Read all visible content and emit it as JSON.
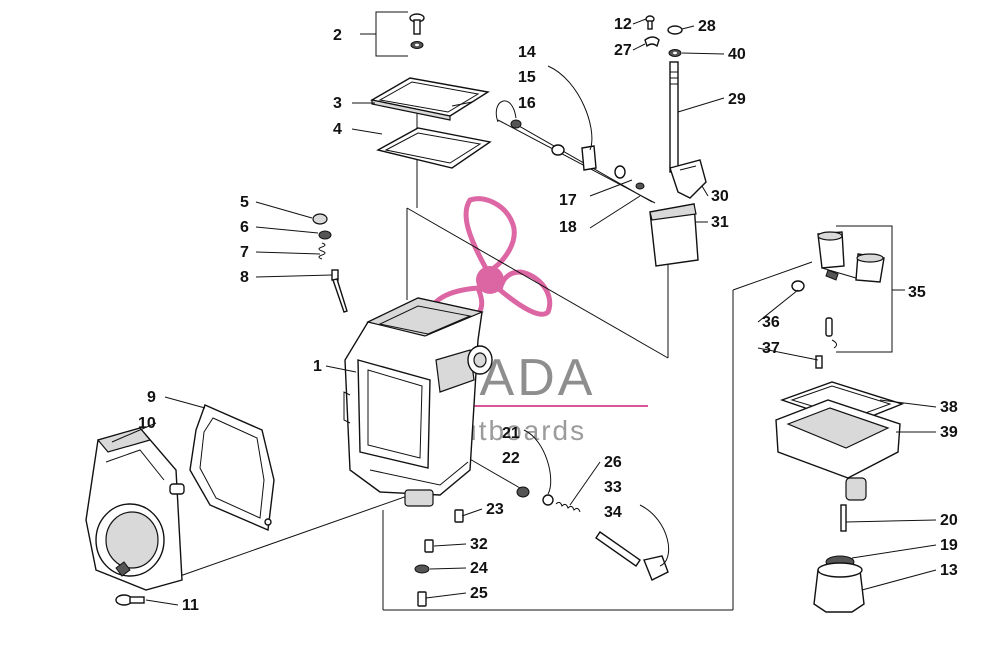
{
  "watermark": {
    "brand": "ARMADA",
    "tagline": "marineoutboards",
    "accent_color": "#d9569a",
    "text_color": "#7b7b7b"
  },
  "callouts": [
    {
      "id": "c1",
      "label": "1"
    },
    {
      "id": "c2",
      "label": "2"
    },
    {
      "id": "c3",
      "label": "3"
    },
    {
      "id": "c4",
      "label": "4"
    },
    {
      "id": "c5",
      "label": "5"
    },
    {
      "id": "c6",
      "label": "6"
    },
    {
      "id": "c7",
      "label": "7"
    },
    {
      "id": "c8",
      "label": "8"
    },
    {
      "id": "c9",
      "label": "9"
    },
    {
      "id": "c10",
      "label": "10"
    },
    {
      "id": "c11",
      "label": "11"
    },
    {
      "id": "c12",
      "label": "12"
    },
    {
      "id": "c13",
      "label": "13"
    },
    {
      "id": "c14",
      "label": "14"
    },
    {
      "id": "c15",
      "label": "15"
    },
    {
      "id": "c16",
      "label": "16"
    },
    {
      "id": "c17",
      "label": "17"
    },
    {
      "id": "c18",
      "label": "18"
    },
    {
      "id": "c19",
      "label": "19"
    },
    {
      "id": "c20",
      "label": "20"
    },
    {
      "id": "c21",
      "label": "21"
    },
    {
      "id": "c22",
      "label": "22"
    },
    {
      "id": "c23",
      "label": "23"
    },
    {
      "id": "c24",
      "label": "24"
    },
    {
      "id": "c25",
      "label": "25"
    },
    {
      "id": "c26",
      "label": "26"
    },
    {
      "id": "c27",
      "label": "27"
    },
    {
      "id": "c28",
      "label": "28"
    },
    {
      "id": "c29",
      "label": "29"
    },
    {
      "id": "c30",
      "label": "30"
    },
    {
      "id": "c31",
      "label": "31"
    },
    {
      "id": "c32",
      "label": "32"
    },
    {
      "id": "c33",
      "label": "33"
    },
    {
      "id": "c34",
      "label": "34"
    },
    {
      "id": "c35",
      "label": "35"
    },
    {
      "id": "c36",
      "label": "36"
    },
    {
      "id": "c37",
      "label": "37"
    },
    {
      "id": "c38",
      "label": "38"
    },
    {
      "id": "c39",
      "label": "39"
    },
    {
      "id": "c40",
      "label": "40"
    }
  ]
}
